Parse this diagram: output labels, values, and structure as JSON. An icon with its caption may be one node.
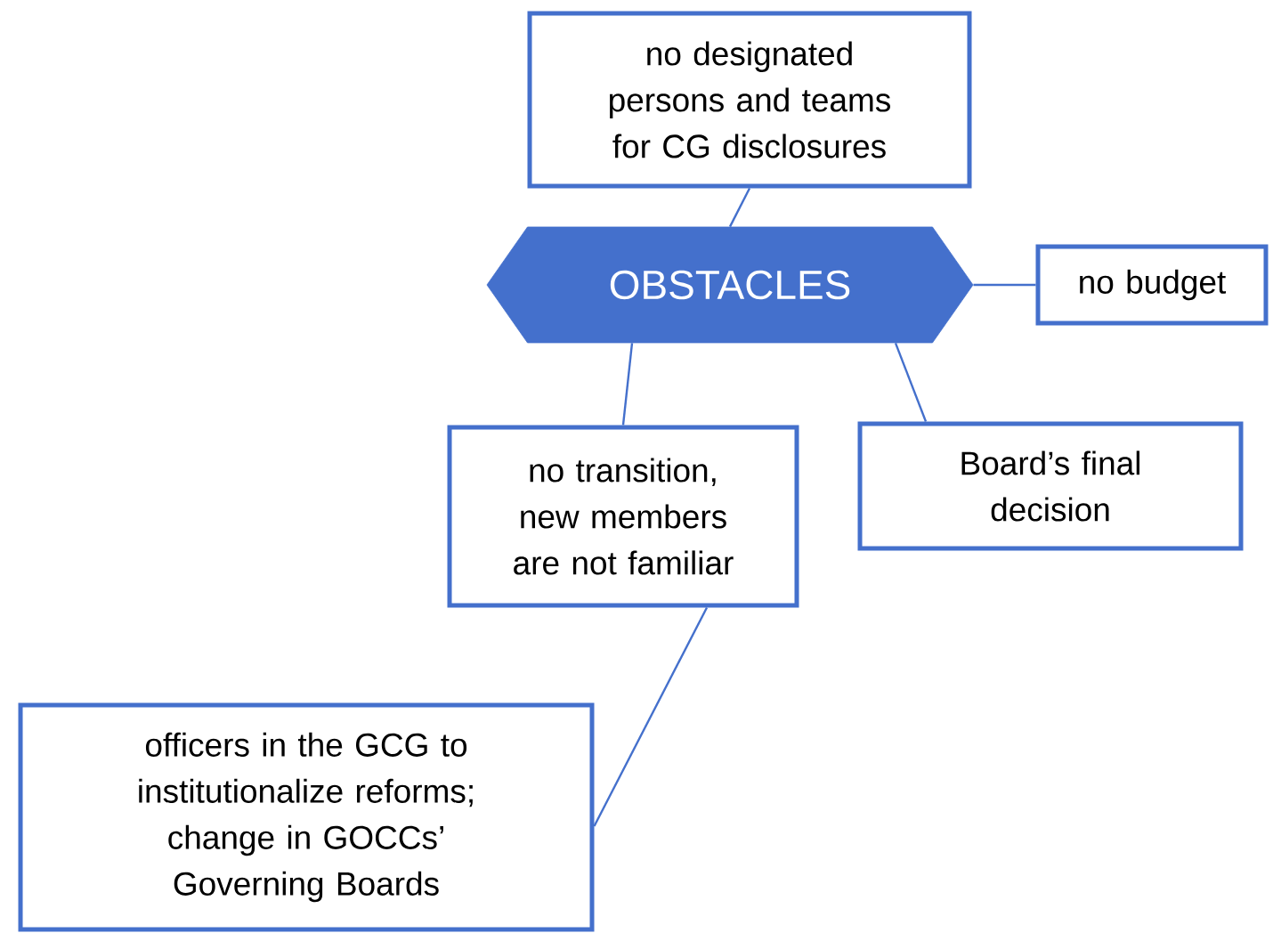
{
  "diagram": {
    "nodes": [
      {
        "text": [
          "no designated persons and teams for CG disclosures"
        ]
      },
      {
        "text": [
          "OBSTACLES"
        ]
      },
      {
        "text": [
          "no budget"
        ]
      },
      {
        "text": [
          "no transition, new members are not familiar"
        ]
      },
      {
        "text": [
          "Board’s final decision"
        ]
      },
      {
        "text": [
          "officers in the GCG to institutionalize reforms; change in GOCCs’ Governing Boards"
        ]
      }
    ],
    "edges": [
      {
        "from": 0,
        "to": 1,
        "arrow": "none"
      },
      {
        "from": 1,
        "to": 2,
        "arrow": "none"
      },
      {
        "from": 1,
        "to": 3,
        "arrow": "none"
      },
      {
        "from": 1,
        "to": 4,
        "arrow": "none"
      },
      {
        "from": 3,
        "to": 5,
        "arrow": "none"
      }
    ]
  }
}
